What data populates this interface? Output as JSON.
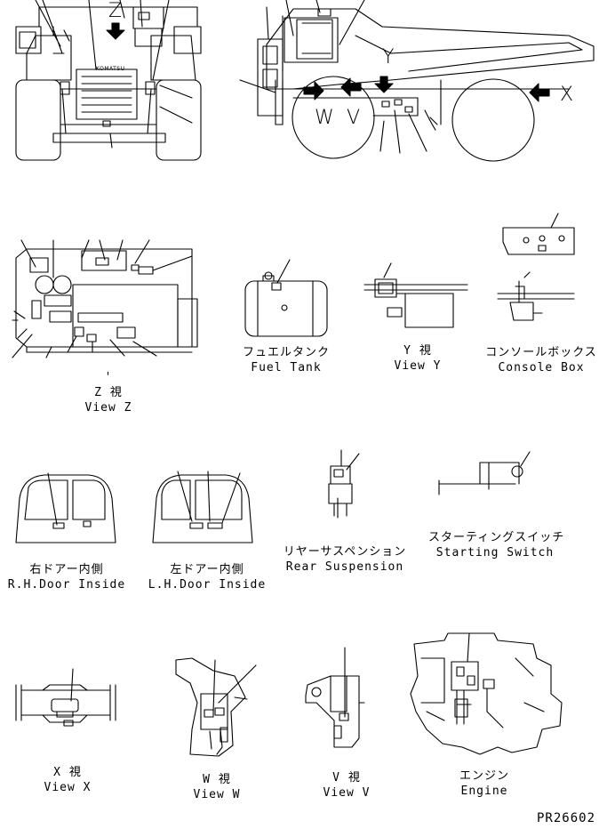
{
  "arrow_letters": {
    "z": "Z",
    "y": "Y",
    "w": "W",
    "v": "V",
    "x": "X"
  },
  "logo_text": "KOMATSU",
  "captions": {
    "fuel_tank": {
      "jp": "フュエルタンク",
      "en": "Fuel Tank"
    },
    "view_y": {
      "jp": "Y 視",
      "en": "View Y"
    },
    "console_box": {
      "jp": "コンソールボックス",
      "en": "Console Box"
    },
    "view_z": {
      "mark": "'",
      "jp": "Z 視",
      "en": "View Z"
    },
    "rh_door": {
      "jp": "右ドアー内側",
      "en": "R.H.Door Inside"
    },
    "lh_door": {
      "jp": "左ドアー内側",
      "en": "L.H.Door Inside"
    },
    "rear_suspension": {
      "jp": "リヤーサスペンション",
      "en": "Rear Suspension"
    },
    "starting_switch": {
      "jp": "スターティングスイッチ",
      "en": "Starting Switch"
    },
    "view_x": {
      "jp": "X 視",
      "en": "View X"
    },
    "view_w": {
      "jp": "W 視",
      "en": "View W"
    },
    "view_v": {
      "jp": "V 視",
      "en": "View V"
    },
    "engine": {
      "jp": "エンジン",
      "en": "Engine"
    }
  },
  "drawing_number": "PR26602"
}
